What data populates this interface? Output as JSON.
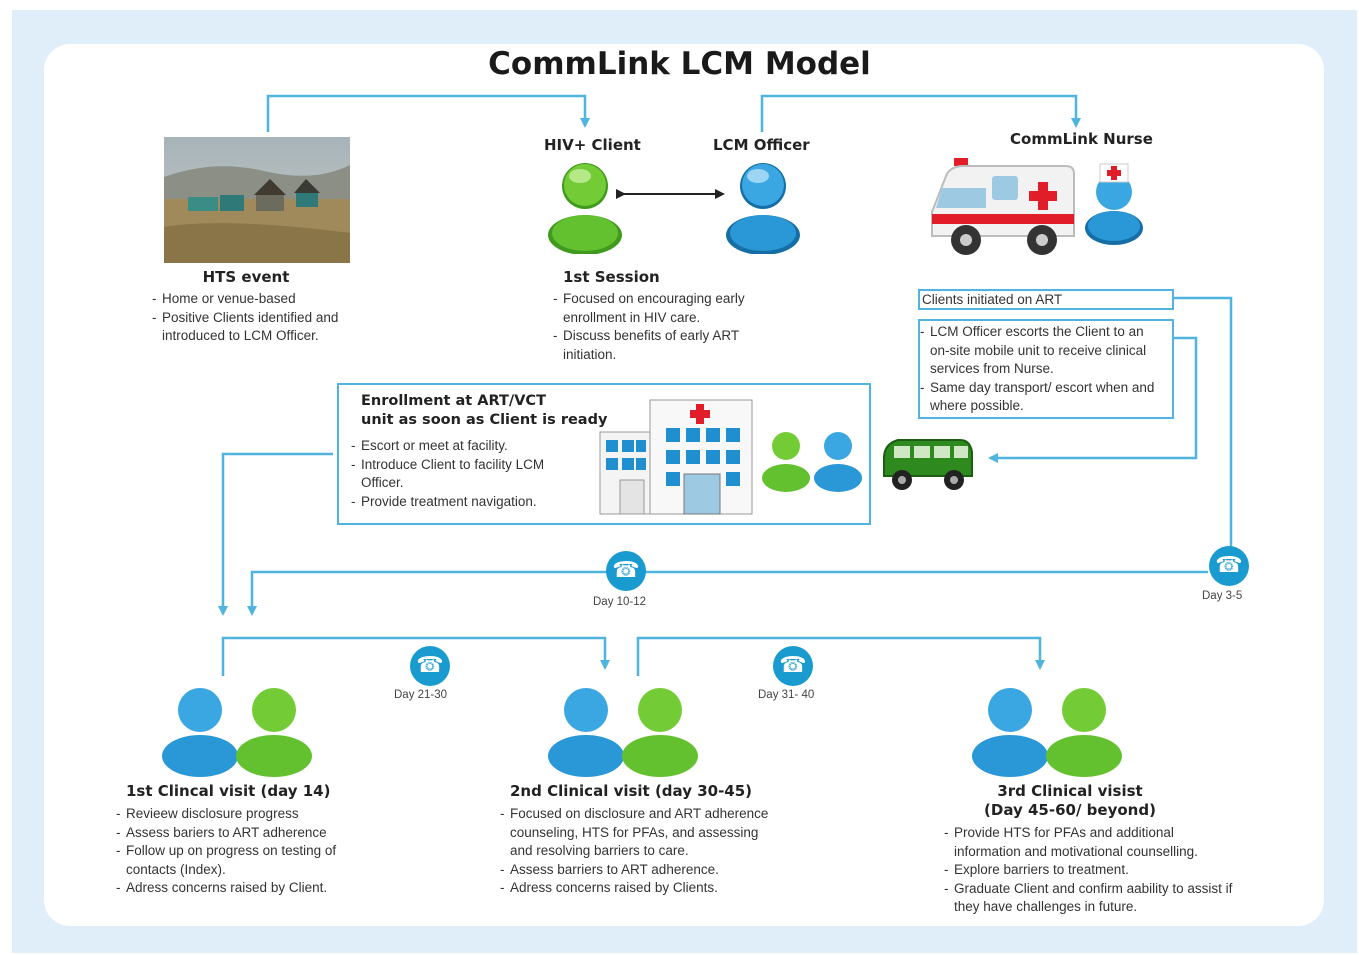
{
  "title": "CommLink LCM Model",
  "hts": {
    "label": "HTS event",
    "bullets": [
      "Home or venue-based",
      "Positive Clients identified and introduced to LCM Officer."
    ]
  },
  "client_label": "HIV+ Client",
  "officer_label": "LCM Officer",
  "nurse_label": "CommLink Nurse",
  "session": {
    "label": "1st Session",
    "bullets": [
      "Focused on encouraging early enrollment in HIV care.",
      "Discuss benefits of early ART initiation."
    ]
  },
  "initiated": "Clients initiated on ART",
  "escort_bullets": [
    "LCM Officer escorts the Client to an on-site mobile unit to receive clinical services from Nurse.",
    "Same day transport/ escort when and where possible."
  ],
  "enrollment": {
    "title_line1": "Enrollment at ART/VCT",
    "title_line2": "unit as soon as Client is ready",
    "bullets": [
      "Escort or meet at facility.",
      "Introduce Client to facility LCM Officer.",
      "Provide treatment navigation."
    ]
  },
  "days": {
    "d10": "Day 10-12",
    "d3": "Day 3-5",
    "d21": "Day 21-30",
    "d31": "Day 31- 40"
  },
  "visit1": {
    "label": "1st Clincal visit (day 14)",
    "bullets": [
      "Revieew disclosure progress",
      "Assess bariers to ART adherence",
      "Follow up on progress on testing of contacts (Index).",
      "Adress concerns raised by Client."
    ]
  },
  "visit2": {
    "label": "2nd Clinical visit (day 30-45)",
    "bullets": [
      "Focused on disclosure and ART adherence counseling, HTS for PFAs, and assessing and resolving barriers to care.",
      "Assess barriers to ART adherence.",
      "Adress concerns raised by Clients."
    ]
  },
  "visit3": {
    "label_line1": "3rd Clinical visist",
    "label_line2": "(Day 45-60/ beyond)",
    "bullets": [
      "Provide HTS for PFAs and additional information and motivational counselling.",
      "Explore barriers to treatment.",
      "Graduate Client and confirm aability to assist if they have challenges in future."
    ]
  },
  "colors": {
    "line": "#4fb4de",
    "green": "#58b82a",
    "blue": "#1f8fcf",
    "phone": "#1a9bd0",
    "hospital_cross": "#e11d2a"
  },
  "icons": [
    "person-icon",
    "phone-icon",
    "ambulance-icon",
    "hospital-icon",
    "van-icon",
    "hut-photo"
  ]
}
